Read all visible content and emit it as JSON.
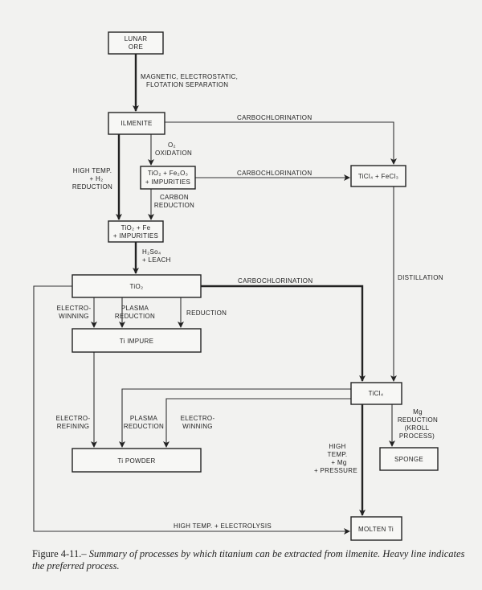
{
  "boxes": {
    "lunar_ore": [
      "LUNAR",
      "ORE"
    ],
    "ilmenite": "ILMENITE",
    "tio2_fe2o3": [
      "TiO₂ + Fe₂O₃",
      "+ IMPURITIES"
    ],
    "tio2_fe": [
      "TiO₂ + Fe",
      "+ IMPURITIES"
    ],
    "tio2": "TiO₂",
    "ticl4_fecl3": "TiCl₄ + FeCl₃",
    "ti_impure": "Ti IMPURE",
    "ticl4": "TiCl₄",
    "ti_powder": "Ti POWDER",
    "sponge": "SPONGE",
    "molten_ti": "MOLTEN Ti"
  },
  "labels": {
    "separation": [
      "MAGNETIC, ELECTROSTATIC,",
      "FLOTATION SEPARATION"
    ],
    "carbochlorination_1": "CARBOCHLORINATION",
    "carbochlorination_2": "CARBOCHLORINATION",
    "carbochlorination_3": "CARBOCHLORINATION",
    "oxidation": [
      "O₂",
      "OXIDATION"
    ],
    "h2_reduction": [
      "HIGH TEMP.",
      "+ H₂",
      "REDUCTION"
    ],
    "carbon_reduction": [
      "CARBON",
      "REDUCTION"
    ],
    "leach": [
      "H₂So₄",
      "+ LEACH"
    ],
    "distillation": "DISTILLATION",
    "electrowinning_1": [
      "ELECTRO-",
      "WINNING"
    ],
    "plasma_reduction_1": [
      "PLASMA",
      "REDUCTION"
    ],
    "reduction": "REDUCTION",
    "electrorefining": [
      "ELECTRO-",
      "REFINING"
    ],
    "plasma_reduction_2": [
      "PLASMA",
      "REDUCTION"
    ],
    "electrowinning_2": [
      "ELECTRO-",
      "WINNING"
    ],
    "mg_pressure": [
      "HIGH",
      "TEMP.",
      "+ Mg",
      "+ PRESSURE"
    ],
    "kroll": [
      "Mg",
      "REDUCTION",
      "(KROLL",
      "PROCESS)"
    ],
    "electrolysis": "HIGH TEMP. + ELECTROLYSIS"
  },
  "caption": {
    "label": "Figure 4-11.– ",
    "text": "Summary of processes by which titanium can be extracted from ilmenite. Heavy line indicates the preferred process."
  }
}
